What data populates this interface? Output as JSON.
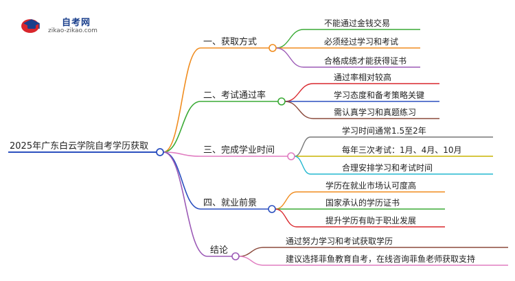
{
  "logo": {
    "title": "自考网",
    "url": "zikao-zikao.com"
  },
  "mindmap": {
    "root": "2025年广东白云学院自考学历获取",
    "branches": [
      {
        "label": "一、获取方式",
        "color": "#f08c1e",
        "children": [
          {
            "text": "不能通过金钱交易",
            "color": "#3aaa35"
          },
          {
            "text": "必须经过学习和考试",
            "color": "#f08c1e"
          },
          {
            "text": "合格成绩才能获得证书",
            "color": "#9b59b6"
          }
        ]
      },
      {
        "label": "二、考试通过率",
        "color": "#3aaa35",
        "children": [
          {
            "text": "通过率相对较高",
            "color": "#d9262c"
          },
          {
            "text": "学习态度和备考策略关键",
            "color": "#2a4fbf"
          },
          {
            "text": "需认真学习和真题练习",
            "color": "#8b4a3c"
          }
        ]
      },
      {
        "label": "三、完成学业时间",
        "color": "#e07bc0",
        "children": [
          {
            "text": "学习时间通常1.5至2年",
            "color": "#777777"
          },
          {
            "text": "每年三次考试：1月、4月、10月",
            "color": "#c9b400"
          },
          {
            "text": "合理安排学习和考试时间",
            "color": "#22b7cf"
          }
        ]
      },
      {
        "label": "四、就业前景",
        "color": "#2a4fbf",
        "children": [
          {
            "text": "学历在就业市场认可度高",
            "color": "#f08c1e"
          },
          {
            "text": "国家承认的学历证书",
            "color": "#3aaa35"
          },
          {
            "text": "提升学历有助于职业发展",
            "color": "#d9262c"
          }
        ]
      },
      {
        "label": "结论",
        "color": "#9b59b6",
        "children": [
          {
            "text": "通过努力学习和考试获取学历",
            "color": "#8b4a3c"
          },
          {
            "text": "建议选择菲鱼教育自考，在线咨询菲鱼老师获取支持",
            "color": "#e07bc0"
          }
        ]
      }
    ],
    "root_color": "#2a4fbf"
  }
}
